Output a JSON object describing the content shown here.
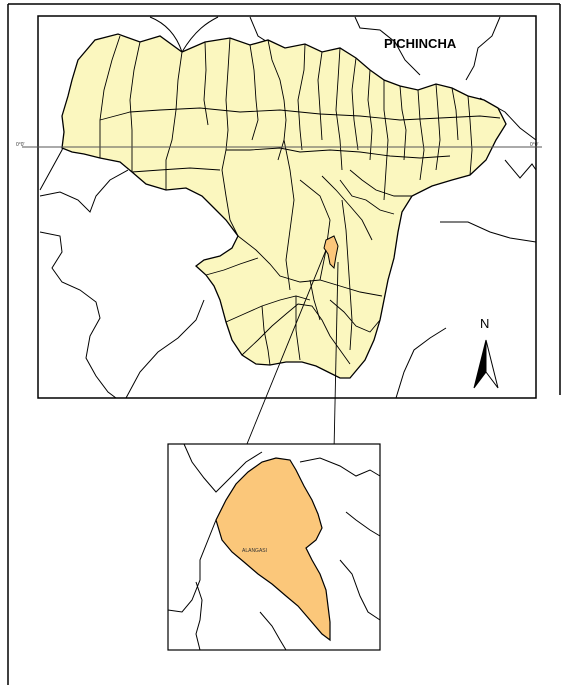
{
  "map": {
    "province_label": "PICHINCHA",
    "north_label": "N",
    "meridian_left_label": "0°0'",
    "meridian_right_label": "0°0'",
    "highlighted_parish_label": "ALANGASI",
    "colors": {
      "province_fill": "#fbf7bf",
      "highlight_fill": "#fbc77a",
      "border": "#000000",
      "background": "#ffffff"
    }
  }
}
